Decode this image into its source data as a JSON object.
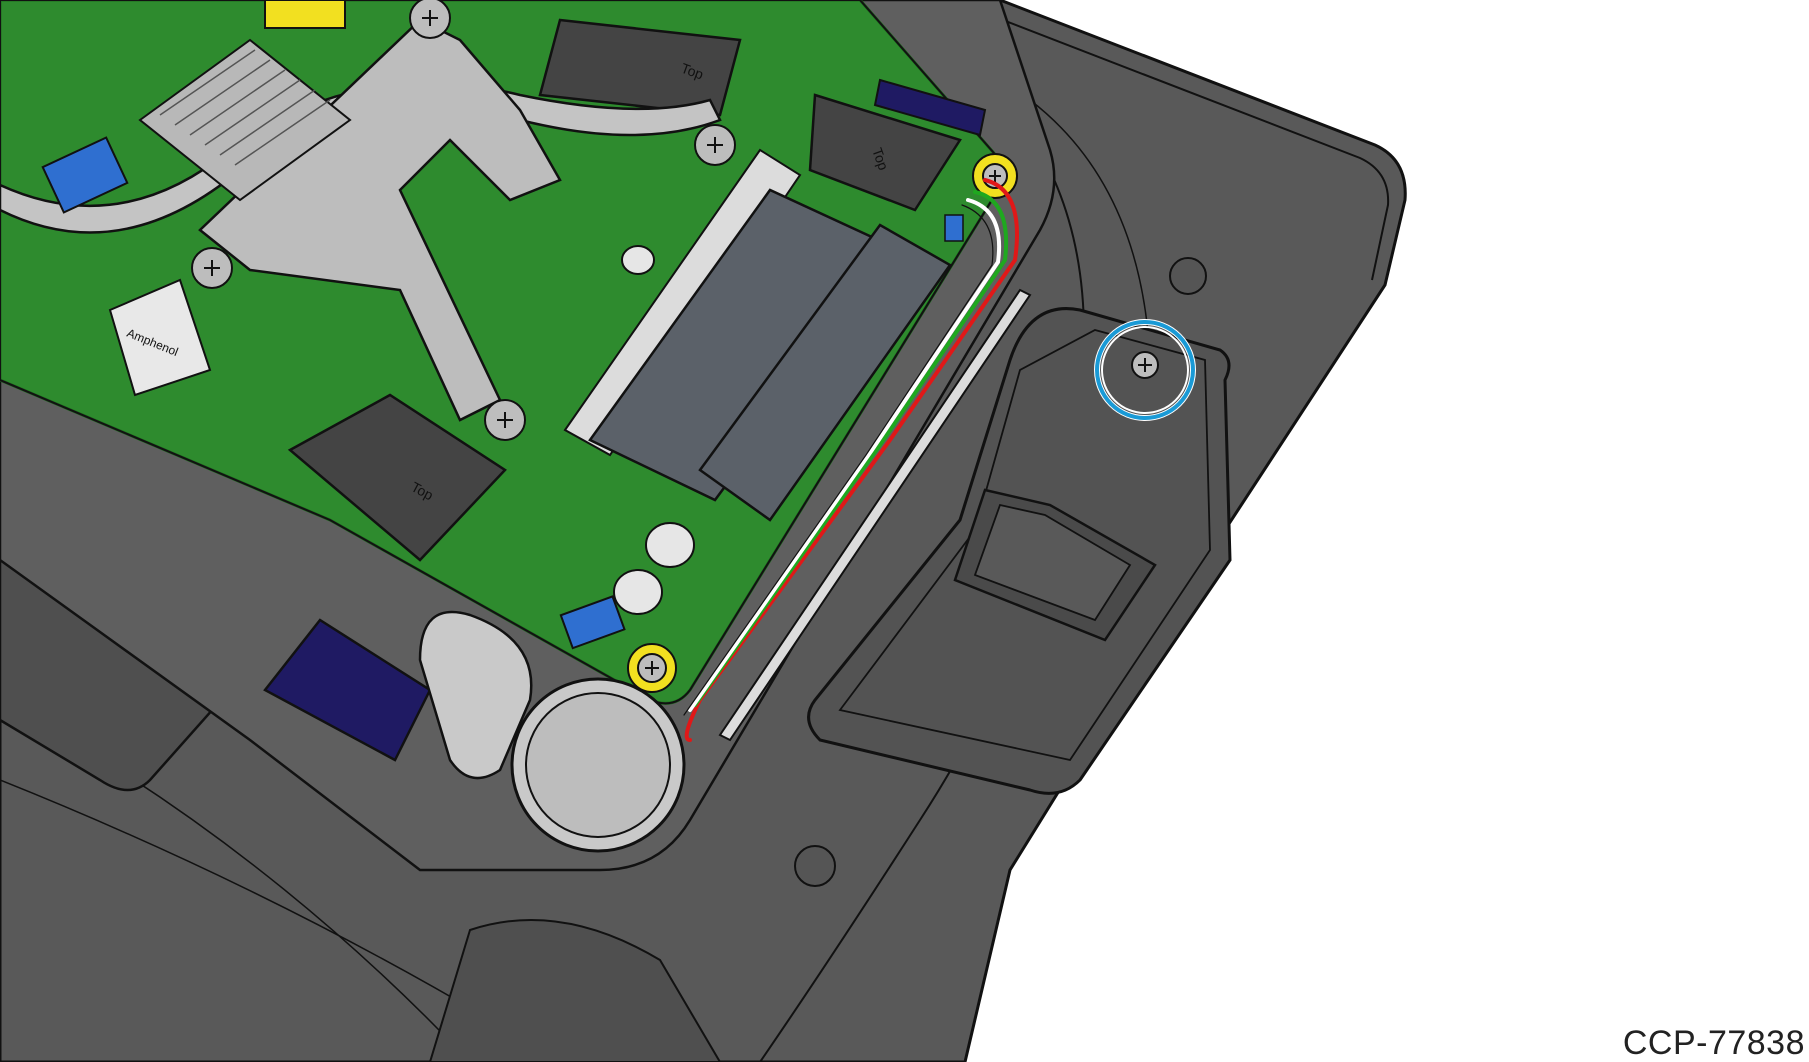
{
  "figure": {
    "id_label": "CCP-77838"
  },
  "labels": {
    "module_top_1": "Top",
    "module_top_2": "Top",
    "module_top_3": "Top",
    "connector_brand": "Amphenol"
  },
  "colors": {
    "housing": "#595959",
    "housing_dark": "#4a4a4a",
    "board": "#2e8b2e",
    "board_edge": "#1f6b1f",
    "heatsink": "#c4c4c4",
    "ram": "#5b6169",
    "chip": "#444444",
    "blue_connector": "#2f6fd0",
    "navy": "#1f1a63",
    "callout_ring": "#1a9ad6",
    "wire_red": "#e01818",
    "wire_green": "#1fa81f",
    "wire_white": "#ffffff",
    "screw_yellow": "#f2e020",
    "line": "#111111"
  },
  "callout": {
    "shape": "circle",
    "highlights": "screw"
  }
}
